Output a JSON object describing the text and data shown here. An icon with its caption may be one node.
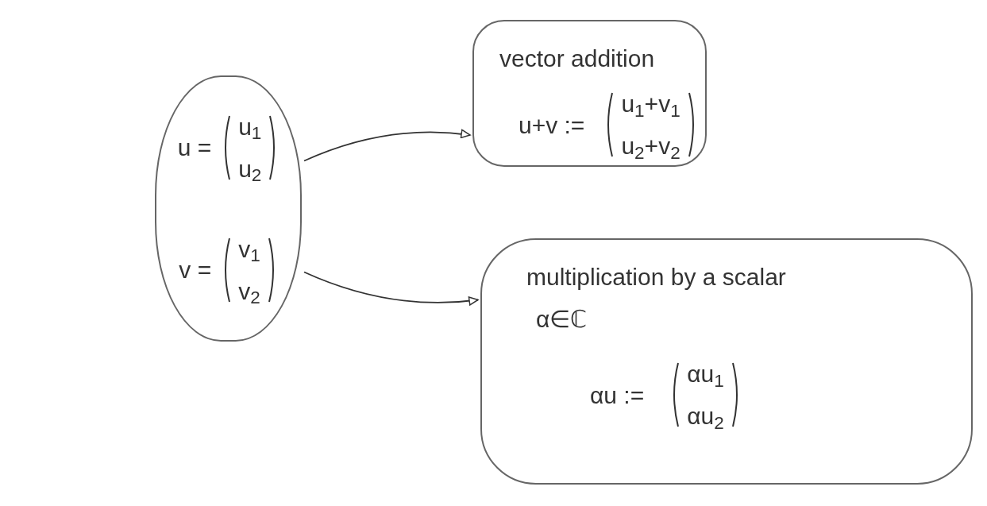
{
  "diagram": {
    "nodes": [
      {
        "text": [
          "u =",
          "u$_{1}$",
          "u$_{2}$",
          "v =",
          "v$_{1}$",
          "v$_{2}$"
        ]
      },
      {
        "text": [
          "vector addition",
          "u+v :=",
          "u$_{1}$+v$_{1}$",
          "u$_{2}$+v$_{2}$"
        ]
      },
      {
        "text": [
          "multiplication by a scalar",
          "α∈ℂ",
          "αu :=",
          "αu$_{1}$",
          "αu$_{2}$"
        ]
      }
    ],
    "edges": [
      {
        "from": 0,
        "to": 1,
        "arrow": "to"
      },
      {
        "from": 0,
        "to": 2,
        "arrow": "to"
      }
    ]
  }
}
